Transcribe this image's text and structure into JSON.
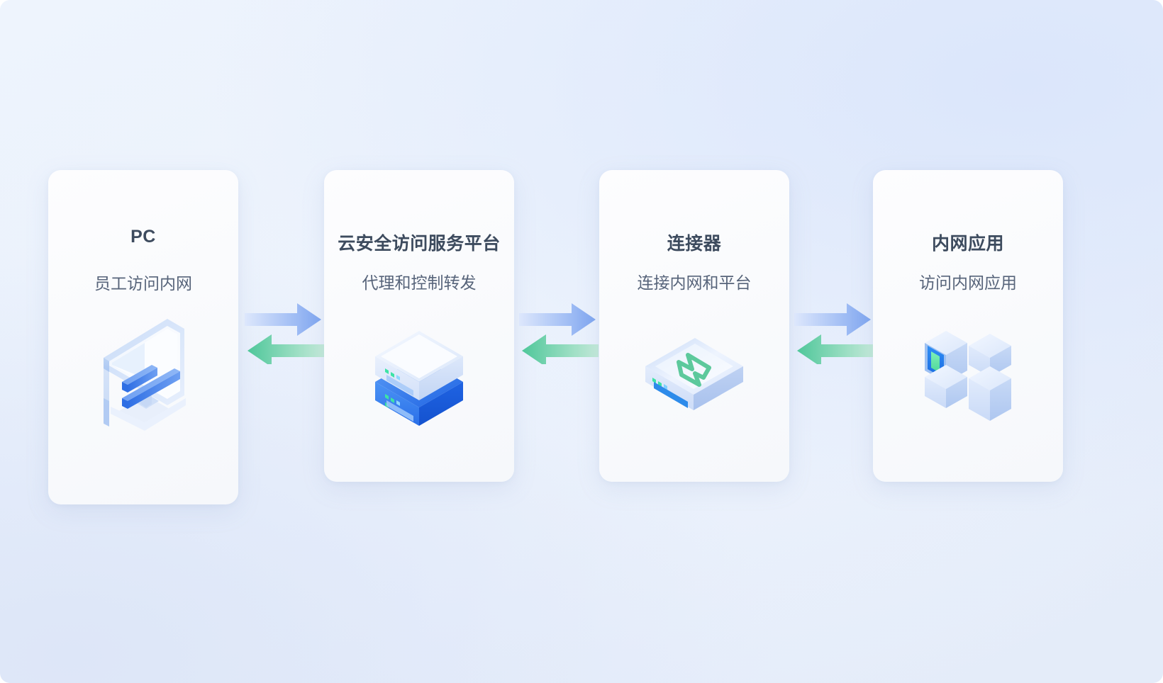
{
  "page": {
    "type": "architecture-flow-diagram",
    "background_gradient": [
      "#eef4fd",
      "#e4ecf9",
      "#dbe6fb"
    ],
    "title": "",
    "direction": "left-to-right"
  },
  "colors": {
    "card_bg": "#fafbfd",
    "title_text": "#3d4b5e",
    "subtitle_text": "#57647a",
    "arrow_forward": "#7fa6f0",
    "arrow_forward_light": "#d6e2fb",
    "arrow_return": "#5fd0a4",
    "arrow_return_light": "#b9e8d5",
    "icon_blue": "#2f6fe4",
    "icon_blue_light": "#c8d9f7",
    "icon_green": "#5fd0a4"
  },
  "cards": [
    {
      "id": "pc",
      "title": "PC",
      "subtitle": "员工访问内网",
      "icon": "desktop-monitor-icon"
    },
    {
      "id": "cloud-platform",
      "title": "云安全访问服务平台",
      "subtitle": "代理和控制转发",
      "icon": "stacked-server-icon"
    },
    {
      "id": "connector",
      "title": "连接器",
      "subtitle": "连接内网和平台",
      "icon": "connector-box-icon"
    },
    {
      "id": "intranet-app",
      "title": "内网应用",
      "subtitle": "访问内网应用",
      "icon": "app-blocks-icon"
    }
  ],
  "connectors": [
    {
      "id": "pc-to-platform",
      "forward": "request",
      "return": "response"
    },
    {
      "id": "platform-to-connector",
      "forward": "request",
      "return": "response"
    },
    {
      "id": "connector-to-app",
      "forward": "request",
      "return": "response"
    }
  ]
}
